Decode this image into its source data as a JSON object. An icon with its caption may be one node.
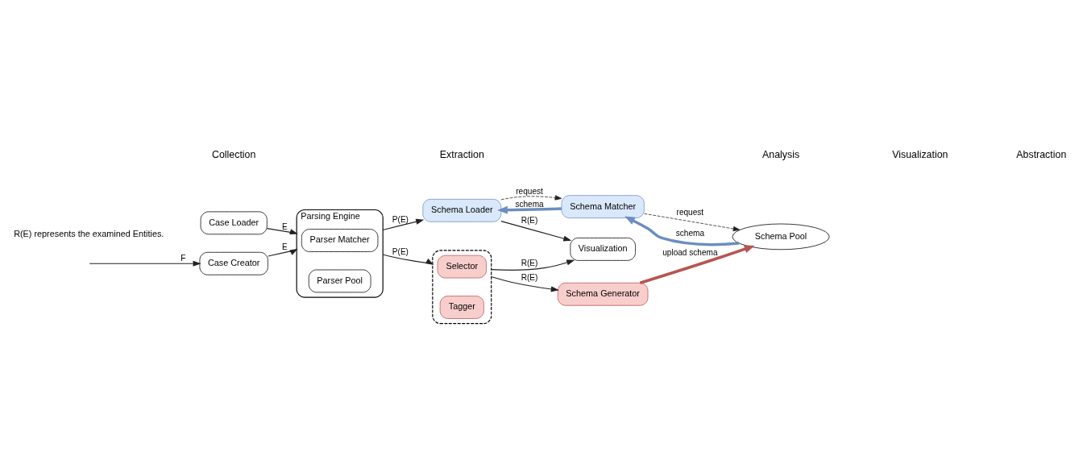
{
  "diagram": {
    "nodes": [
      {
        "text": [
          "Case Loader"
        ]
      },
      {
        "text": [
          "Case Creator"
        ]
      },
      {
        "text": [
          "Parsing Engine"
        ]
      },
      {
        "text": [
          "Parser Matcher"
        ],
        "in": 2
      },
      {
        "text": [
          "Parser Pool"
        ],
        "in": 2
      },
      {
        "text": [
          "Schema Matcher"
        ]
      },
      {
        "text": [
          "Schema Loader"
        ]
      },
      {
        "text": [],
        "shape": "box"
      },
      {
        "text": [
          "Selector"
        ],
        "in": 7
      },
      {
        "text": [
          "Tagger"
        ],
        "in": 7
      },
      {
        "text": [
          "Visualization"
        ]
      },
      {
        "text": [
          "Schema Pool"
        ]
      },
      {
        "text": [
          "Schema Generator"
        ]
      }
    ],
    "edges": [
      {
        "from": null,
        "to": 1,
        "arrow": "to",
        "label": "F"
      },
      {
        "from": 0,
        "to": 2,
        "arrow": "to",
        "label": "E"
      },
      {
        "from": 1,
        "to": 2,
        "arrow": "to",
        "label": "E"
      },
      {
        "from": 2,
        "to": 6,
        "arrow": "to",
        "label": "P(E)"
      },
      {
        "from": 2,
        "to": 7,
        "arrow": "to",
        "label": "P(E)"
      },
      {
        "from": 6,
        "to": 5,
        "arrow": "to",
        "label": "request",
        "style": "dashed"
      },
      {
        "from": 5,
        "to": 6,
        "arrow": "to",
        "label": "schema",
        "style": "thick",
        "color": "#6c8ebf"
      },
      {
        "from": 11,
        "to": 5,
        "arrow": "to",
        "label": "schema",
        "style": "thick",
        "color": "#6c8ebf"
      },
      {
        "from": 5,
        "to": 11,
        "arrow": "to",
        "label": "request",
        "style": "dashed"
      },
      {
        "from": 6,
        "to": 10,
        "arrow": "to",
        "label": "R(E)"
      },
      {
        "from": 7,
        "to": 10,
        "arrow": "to",
        "label": "R(E)"
      },
      {
        "from": 7,
        "to": 12,
        "arrow": "to",
        "label": "R(E)"
      },
      {
        "from": 12,
        "to": 11,
        "arrow": "to",
        "label": "upload schema",
        "style": "thick",
        "color": "#b85450"
      }
    ],
    "labels": [
      "R(E) represents the examined Entities.",
      "Collection",
      "Extraction",
      "Analysis",
      "Visualization",
      "Abstraction"
    ]
  }
}
